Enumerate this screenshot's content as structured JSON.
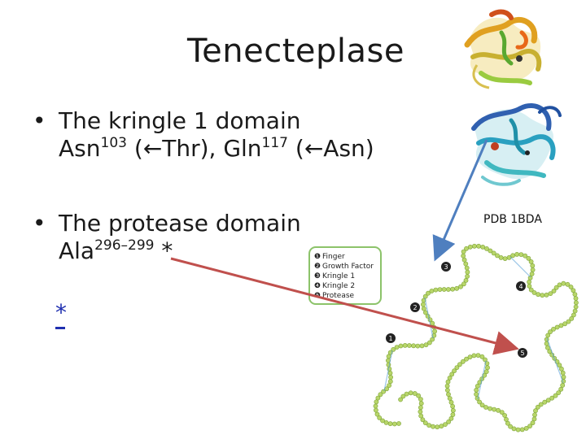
{
  "slide": {
    "title": "Tenecteplase",
    "bullet1": {
      "marker": "•",
      "line1": "The kringle 1 domain",
      "line2_a": "Asn",
      "line2_a_sup": "103",
      "line2_b": " (←Thr), Gln",
      "line2_b_sup": "117",
      "line2_c": " (←Asn)"
    },
    "bullet2": {
      "marker": "•",
      "line1": "The protease domain",
      "line2_a": "Ala",
      "line2_a_sup": "296–299",
      "line2_b": " *"
    },
    "footnote_link": "*",
    "pdb_label": "PDB 1BDA"
  },
  "diagram": {
    "legend": [
      {
        "num": "❶",
        "label": "Finger"
      },
      {
        "num": "❷",
        "label": "Growth Factor"
      },
      {
        "num": "❸",
        "label": "Kringle 1"
      },
      {
        "num": "❹",
        "label": "Kringle 2"
      },
      {
        "num": "❺",
        "label": "Protease"
      }
    ],
    "markers": [
      "3",
      "4",
      "2",
      "1",
      "5"
    ]
  },
  "colors": {
    "beads": "#b8d66a",
    "bead_stroke": "#7ea33a",
    "legend_border": "#8cc36a",
    "blue_arrow": "#4f7fbf",
    "red_arrow": "#c0504d",
    "link": "#1f2fb0"
  },
  "icons": [
    "protein-ribbon-yellow-icon",
    "protein-ribbon-teal-icon"
  ]
}
